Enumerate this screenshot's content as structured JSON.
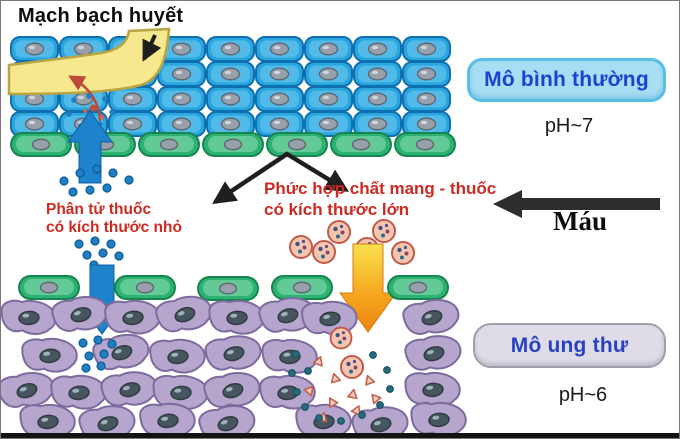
{
  "title": "Mạch bạch huyết",
  "annotations": {
    "small_drug": {
      "line1": "Phân tử thuốc",
      "line2": "có kích thước nhỏ"
    },
    "carrier_complex": {
      "line1": "Phức hợp chất mang - thuốc",
      "line2": "có kích thước lớn"
    },
    "blood": "Máu"
  },
  "badges": {
    "normal_tissue": {
      "label": "Mô bình thường",
      "ph": "pH~7"
    },
    "tumor_tissue": {
      "label": "Mô ung thư",
      "ph": "pH~6"
    }
  },
  "colors": {
    "normal_cell_blue": "#2aa6df",
    "basement_green": "#2eb273",
    "tumor_cell_purple": "#b6a5cd",
    "lymph_vessel_yellow": "#f6e88d",
    "drug_blue": "#1d83cd",
    "carrier_arrow_orange": "#ee8410",
    "label_red": "#cd2a22",
    "normal_badge_fill": "#a7def3",
    "normal_badge_border": "#58bfe6",
    "tumor_badge_fill": "#dfdce8",
    "badge_text_blue": "#1b43d0",
    "blood_arrow_black": "#2d2d2d"
  }
}
